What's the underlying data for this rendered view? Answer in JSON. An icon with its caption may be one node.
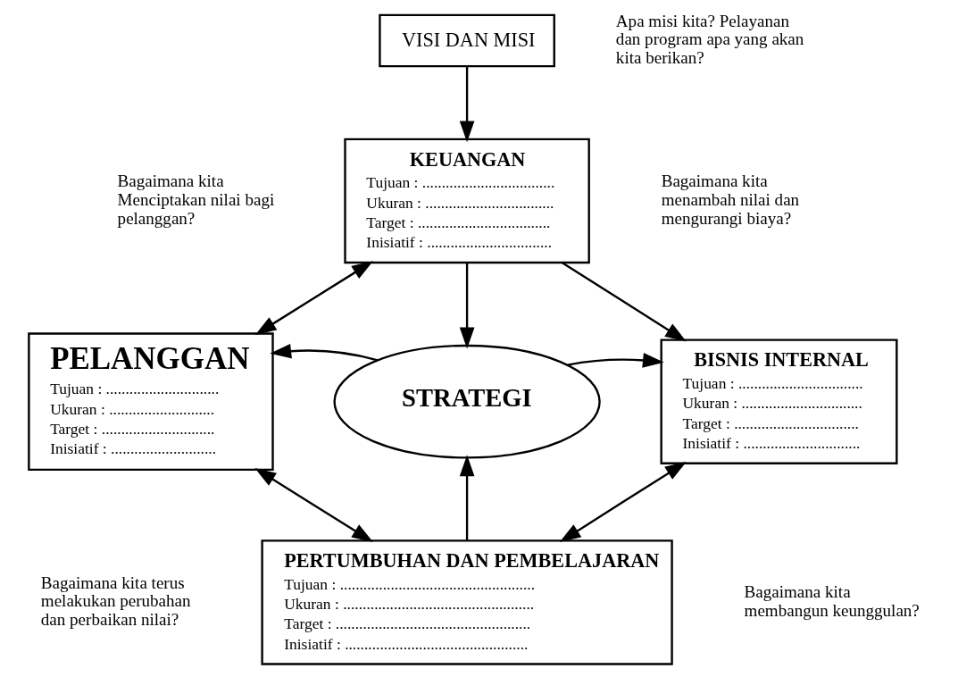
{
  "diagram": {
    "nodes": [
      {
        "text": [
          "VISI DAN MISI"
        ],
        "beside": [
          "Apa misi kita? Pelayanan dan program apa yang akan kita berikan?"
        ]
      },
      {
        "text": [
          "KEUANGAN",
          "Tujuan : ..................................",
          "Ukuran : .................................",
          "Target : ..................................",
          "Inisiatif : ................................"
        ]
      },
      {
        "text": [
          "PELANGGAN",
          "Tujuan : .............................",
          "Ukuran : ...........................",
          "Target : .............................",
          "Inisiatif : ..........................."
        ]
      },
      {
        "text": [
          "STRATEGI"
        ]
      },
      {
        "text": [
          "BISNIS INTERNAL",
          "Tujuan : ................................",
          "Ukuran : ...............................",
          "Target : ................................",
          "Inisiatif : .............................."
        ]
      },
      {
        "text": [
          "PERTUMBUHAN DAN PEMBELAJARAN",
          "Tujuan : ..................................................",
          "Ukuran : .................................................",
          "Target : ..................................................",
          "Inisiatif : ..............................................."
        ]
      }
    ],
    "edges": [
      {
        "from": 0,
        "to": 1,
        "arrow": "to"
      },
      {
        "from": 1,
        "to": 2,
        "arrow": "both"
      },
      {
        "from": 1,
        "to": 4,
        "arrow": "to"
      },
      {
        "from": 1,
        "to": 3,
        "arrow": "to"
      },
      {
        "from": 3,
        "to": 2,
        "arrow": "to"
      },
      {
        "from": 3,
        "to": 4,
        "arrow": "to"
      },
      {
        "from": 5,
        "to": 3,
        "arrow": "to"
      },
      {
        "from": 2,
        "to": 5,
        "arrow": "both"
      },
      {
        "from": 4,
        "to": 5,
        "arrow": "both"
      }
    ],
    "labels": [
      "Bagaimana kita Menciptakan nilai bagi pelanggan?",
      "Bagaimana kita menambah nilai dan mengurangi biaya?",
      "Bagaimana kita terus melakukan perubahan dan perbaikan nilai?",
      "Bagaimana kita membangun keunggulan?"
    ]
  }
}
